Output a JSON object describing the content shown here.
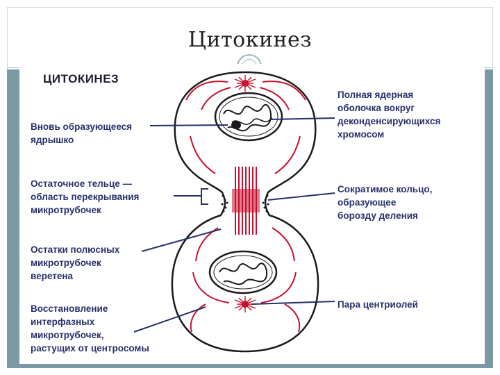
{
  "slide": {
    "title": "Цитокинез"
  },
  "figure": {
    "heading": "ЦИТОКИНЕЗ",
    "labels": {
      "nucleolus": "Вновь образующееся\nядрышко",
      "midbody": "Остаточное тельце —\nобласть перекрывания\nмикротрубочек",
      "polar_remnants": "Остатки полюсных\nмикротрубочек\nверетена",
      "interphase": "Восстановление\nинтерфазных\nмикротрубочек,\nрастущих от центросомы",
      "envelope": "Полная ядерная\nоболочка вокруг\nдеконденсирующихся\nхромосом",
      "contractile_ring": "Сократимое кольцо,\nобразующее\nборозду деления",
      "centrioles": "Пара центриолей"
    },
    "colors": {
      "label_text": "#27306b",
      "membrane": "#1a1a1a",
      "microtubules": "#c8102e",
      "band": "#7a99a4"
    }
  }
}
